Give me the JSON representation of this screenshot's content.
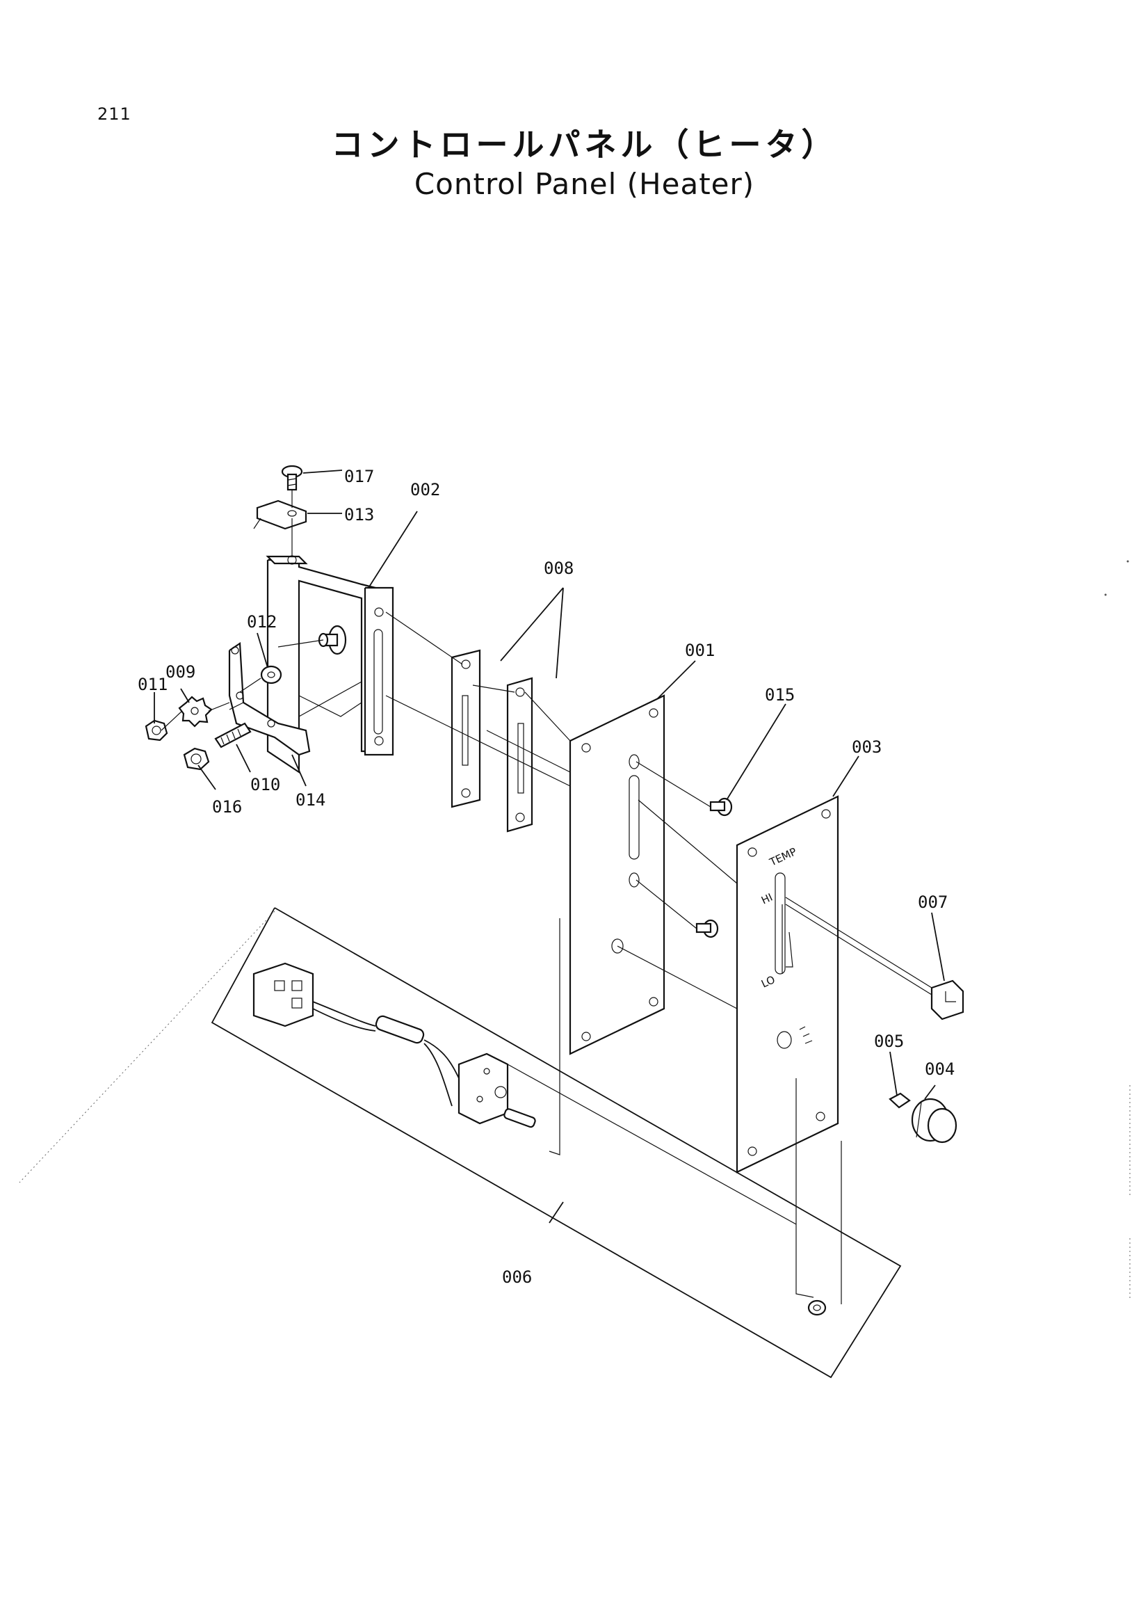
{
  "page_number": "211",
  "title_jp": "コントロールパネル（ヒータ）",
  "title_en": "Control Panel (Heater)",
  "panel_markings": {
    "temp": "TEMP",
    "hi": "HI",
    "lo": "LO"
  },
  "parts": [
    {
      "id": "017"
    },
    {
      "id": "013"
    },
    {
      "id": "002"
    },
    {
      "id": "008"
    },
    {
      "id": "012"
    },
    {
      "id": "009"
    },
    {
      "id": "011"
    },
    {
      "id": "016"
    },
    {
      "id": "010"
    },
    {
      "id": "014"
    },
    {
      "id": "001"
    },
    {
      "id": "015"
    },
    {
      "id": "003"
    },
    {
      "id": "007"
    },
    {
      "id": "005"
    },
    {
      "id": "004"
    },
    {
      "id": "006"
    }
  ]
}
